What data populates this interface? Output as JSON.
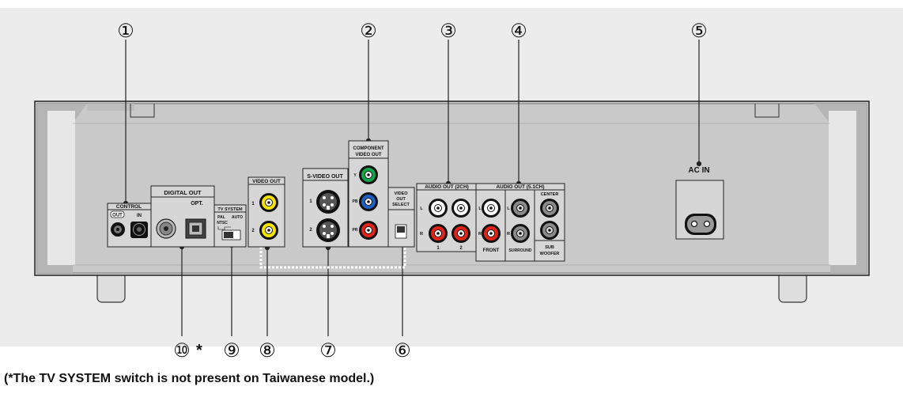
{
  "callouts": [
    "①",
    "②",
    "③",
    "④",
    "⑤",
    "⑥",
    "⑦",
    "⑧",
    "⑨",
    "⑩"
  ],
  "callout_star": "*",
  "panel": {
    "control": {
      "title": "CONTROL",
      "out": "OUT",
      "in": "IN"
    },
    "digital_out": {
      "title": "DIGITAL OUT",
      "opt": "OPT."
    },
    "tv_system": {
      "title": "TV SYSTEM",
      "pal": "PAL",
      "ntsc": "NTSC",
      "auto": "AUTO"
    },
    "video_out": {
      "title": "VIDEO OUT",
      "n1": "1",
      "n2": "2"
    },
    "svideo_out": {
      "title": "S-VIDEO OUT",
      "n1": "1",
      "n2": "2"
    },
    "component": {
      "title1": "COMPONENT",
      "title2": "VIDEO OUT",
      "y": "Y",
      "pb": "PB",
      "pr": "PR"
    },
    "video_select": {
      "l1": "VIDEO",
      "l2": "OUT",
      "l3": "SELECT"
    },
    "audio2ch": {
      "title": "AUDIO OUT (2CH)",
      "l": "L",
      "r": "R",
      "n1": "1",
      "n2": "2"
    },
    "audio51": {
      "title": "AUDIO OUT (5.1CH)",
      "l": "L",
      "r": "R",
      "front": "FRONT",
      "surround": "SURROUND",
      "center": "CENTER",
      "sub1": "SUB",
      "sub2": "WOOFER"
    },
    "ac_in": {
      "title": "AC IN"
    }
  },
  "colors": {
    "panel": "#cdcdcd",
    "background": "#ececec",
    "yellow": "#f4e200",
    "green": "#13a54a",
    "blue": "#1f5fc4",
    "red": "#e2231a"
  },
  "footnote": "(*The TV SYSTEM switch is not present on Taiwanese model.)"
}
